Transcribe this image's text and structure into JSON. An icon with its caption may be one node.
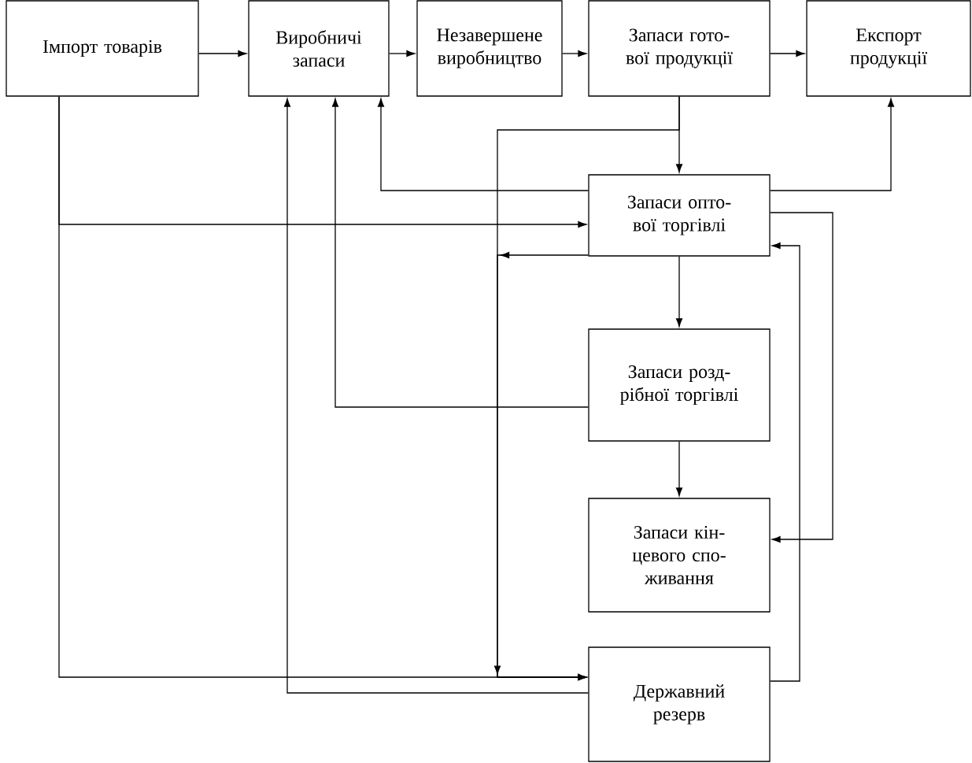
{
  "diagram": {
    "nodes": [
      {
        "text": [
          "Імпорт товарів"
        ]
      },
      {
        "text": [
          "Виробничі запаси"
        ]
      },
      {
        "text": [
          "Незавершене виробництво"
        ]
      },
      {
        "text": [
          "Запаси гото- вої продукції"
        ]
      },
      {
        "text": [
          "Експорт продукції"
        ]
      },
      {
        "text": [
          "Запаси опто- вої торгівлі"
        ]
      },
      {
        "text": [
          "Запаси розд- рібної торгівлі"
        ]
      },
      {
        "text": [
          "Запаси кін- цевого спо- живання"
        ]
      },
      {
        "text": [
          "Державний резерв"
        ]
      }
    ],
    "edges": [
      {
        "from": 0,
        "to": 1,
        "arrow": "to"
      },
      {
        "from": 1,
        "to": 2,
        "arrow": "to"
      },
      {
        "from": 2,
        "to": 3,
        "arrow": "to"
      },
      {
        "from": 3,
        "to": 4,
        "arrow": "to"
      },
      {
        "from": 3,
        "to": 5,
        "arrow": "to"
      },
      {
        "from": 5,
        "to": 1,
        "arrow": "to"
      },
      {
        "from": 5,
        "to": 4,
        "arrow": "to"
      },
      {
        "from": 0,
        "to": 5,
        "arrow": "to"
      },
      {
        "from": 0,
        "to": 8,
        "arrow": "to"
      },
      {
        "from": 3,
        "to": 8,
        "arrow": "to"
      },
      {
        "from": 5,
        "to": 8,
        "arrow": "to"
      },
      {
        "from": 5,
        "to": 7,
        "arrow": "to"
      },
      {
        "from": 8,
        "to": 5,
        "arrow": "to"
      },
      {
        "from": 5,
        "to": 6,
        "arrow": "to"
      },
      {
        "from": 6,
        "to": 1,
        "arrow": "to"
      },
      {
        "from": 6,
        "to": 7,
        "arrow": "to"
      },
      {
        "from": 8,
        "to": 1,
        "arrow": "to"
      }
    ]
  }
}
